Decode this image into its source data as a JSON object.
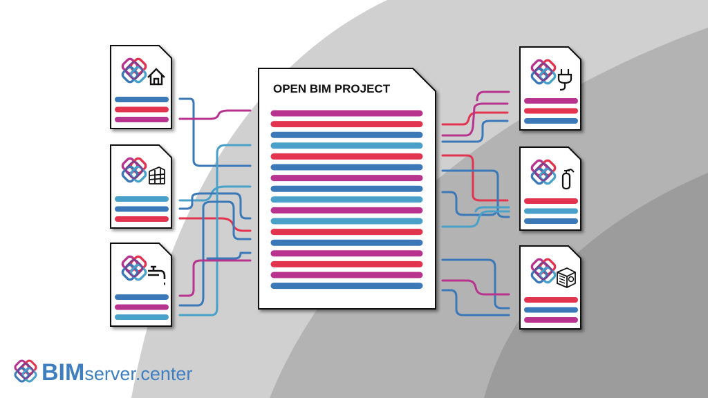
{
  "project_title": "OPEN BIM PROJECT",
  "brand": {
    "strong": "BIM",
    "light": "server.center"
  },
  "colors": {
    "magenta": "#b8338e",
    "red": "#e2344f",
    "blue": "#3a78b8",
    "cyan": "#49a0c8",
    "bg_light": "#d0d0d0",
    "bg_mid": "#b2b2b2",
    "bg_dark": "#9a9a9a"
  },
  "main_document": {
    "stripe_colors": [
      "magenta",
      "red",
      "blue",
      "cyan",
      "red",
      "blue",
      "magenta",
      "blue",
      "cyan",
      "magenta",
      "cyan",
      "red",
      "blue",
      "magenta",
      "red",
      "magenta",
      "blue"
    ]
  },
  "discipline_files": [
    {
      "id": "architecture",
      "icon": "house-icon",
      "stripes": [
        "blue",
        "red",
        "magenta"
      ]
    },
    {
      "id": "structure",
      "icon": "structure-frame-icon",
      "stripes": [
        "cyan",
        "blue",
        "red"
      ]
    },
    {
      "id": "plumbing",
      "icon": "water-tap-icon",
      "stripes": [
        "blue",
        "magenta",
        "cyan"
      ]
    },
    {
      "id": "electrical",
      "icon": "electric-plug-icon",
      "stripes": [
        "magenta",
        "red",
        "blue"
      ]
    },
    {
      "id": "fire-protection",
      "icon": "fire-extinguisher-icon",
      "stripes": [
        "red",
        "cyan",
        "blue"
      ]
    },
    {
      "id": "hvac",
      "icon": "hvac-unit-icon",
      "stripes": [
        "red",
        "blue",
        "magenta"
      ]
    }
  ]
}
